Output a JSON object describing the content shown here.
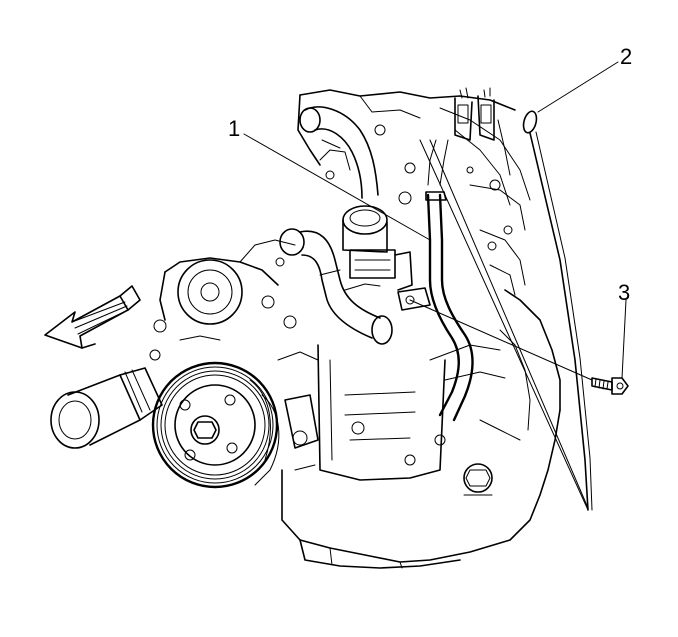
{
  "callouts": {
    "label_1": "1",
    "label_2": "2",
    "label_3": "3"
  },
  "icons": {
    "direction_arrow": "front-direction-arrow-icon"
  },
  "colors": {
    "line": "#000000",
    "background": "#ffffff"
  }
}
